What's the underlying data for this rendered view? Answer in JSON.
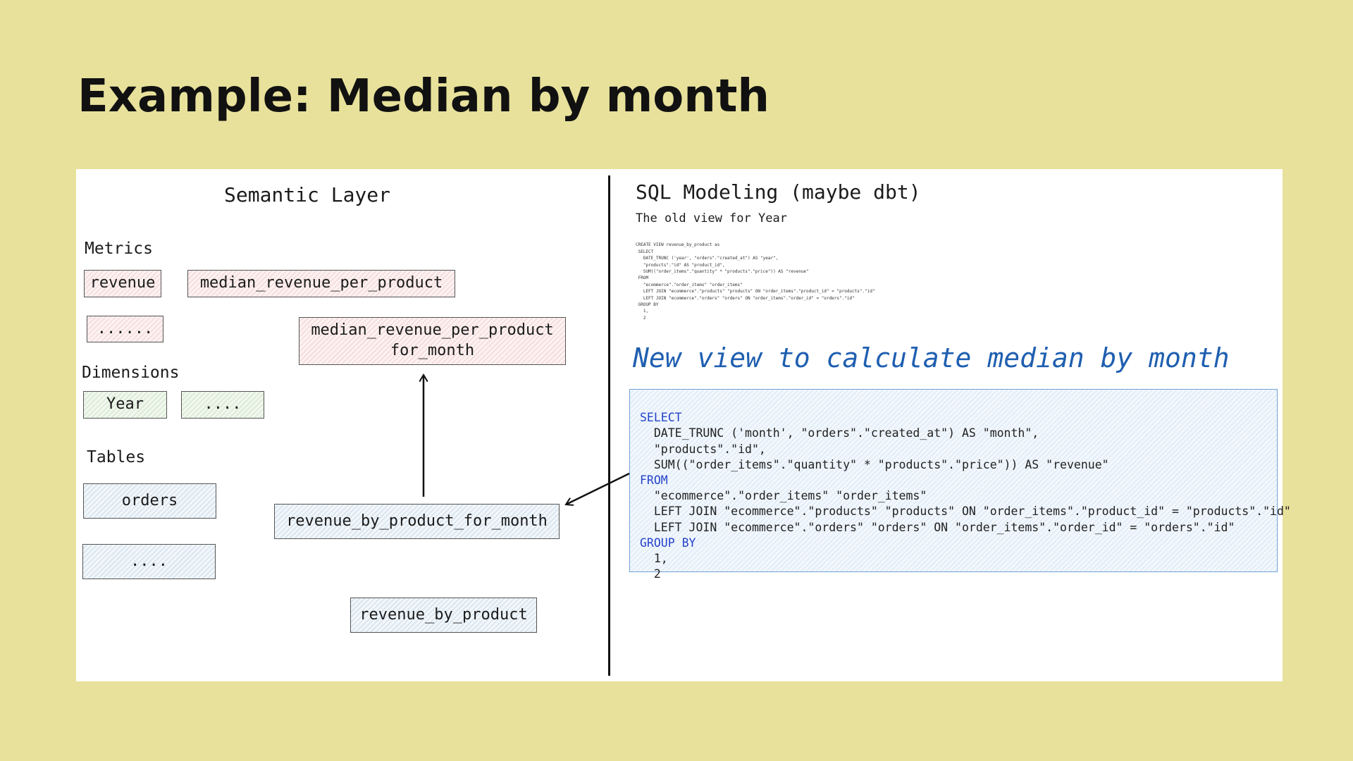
{
  "title": "Example: Median by month",
  "semantic": {
    "heading": "Semantic Layer",
    "metrics_label": "Metrics",
    "metrics": [
      "revenue",
      "median_revenue_per_product",
      "......"
    ],
    "derived_metric": "median_revenue_per_product\nfor_month",
    "dimensions_label": "Dimensions",
    "dimensions": [
      "Year",
      "...."
    ],
    "tables_label": "Tables",
    "tables": [
      "orders",
      "...."
    ],
    "model_for_month": "revenue_by_product_for_month",
    "model_base": "revenue_by_product"
  },
  "sql": {
    "heading": "SQL Modeling (maybe dbt)",
    "old_view_label": "The old view for Year",
    "old_view_lines": [
      "CREATE VIEW revenue_by_product as",
      " SELECT",
      "   DATE_TRUNC ('year', \"orders\".\"created_at\") AS \"year\",",
      "   \"products\".\"id\" AS \"product_id\",",
      "   SUM((\"order_items\".\"quantity\" * \"products\".\"price\")) AS \"revenue\"",
      " FROM",
      "   \"ecommerce\".\"order_items\" \"order_items\"",
      "   LEFT JOIN \"ecommerce\".\"products\" \"products\" ON \"order_items\".\"product_id\" = \"products\".\"id\"",
      "   LEFT JOIN \"ecommerce\".\"orders\" \"orders\" ON \"order_items\".\"order_id\" = \"orders\".\"id\"",
      " GROUP BY",
      "   1,",
      "   2"
    ],
    "new_view_label": "New view to calculate median by month",
    "new_view_lines": [
      "SELECT",
      "  DATE_TRUNC ('month', \"orders\".\"created_at\") AS \"month\",",
      "  \"products\".\"id\",",
      "  SUM((\"order_items\".\"quantity\" * \"products\".\"price\")) AS \"revenue\"",
      "FROM",
      "  \"ecommerce\".\"order_items\" \"order_items\"",
      "  LEFT JOIN \"ecommerce\".\"products\" \"products\" ON \"order_items\".\"product_id\" = \"products\".\"id\"",
      "  LEFT JOIN \"ecommerce\".\"orders\" \"orders\" ON \"order_items\".\"order_id\" = \"orders\".\"id\"",
      "GROUP BY",
      "  1,",
      "  2"
    ]
  }
}
